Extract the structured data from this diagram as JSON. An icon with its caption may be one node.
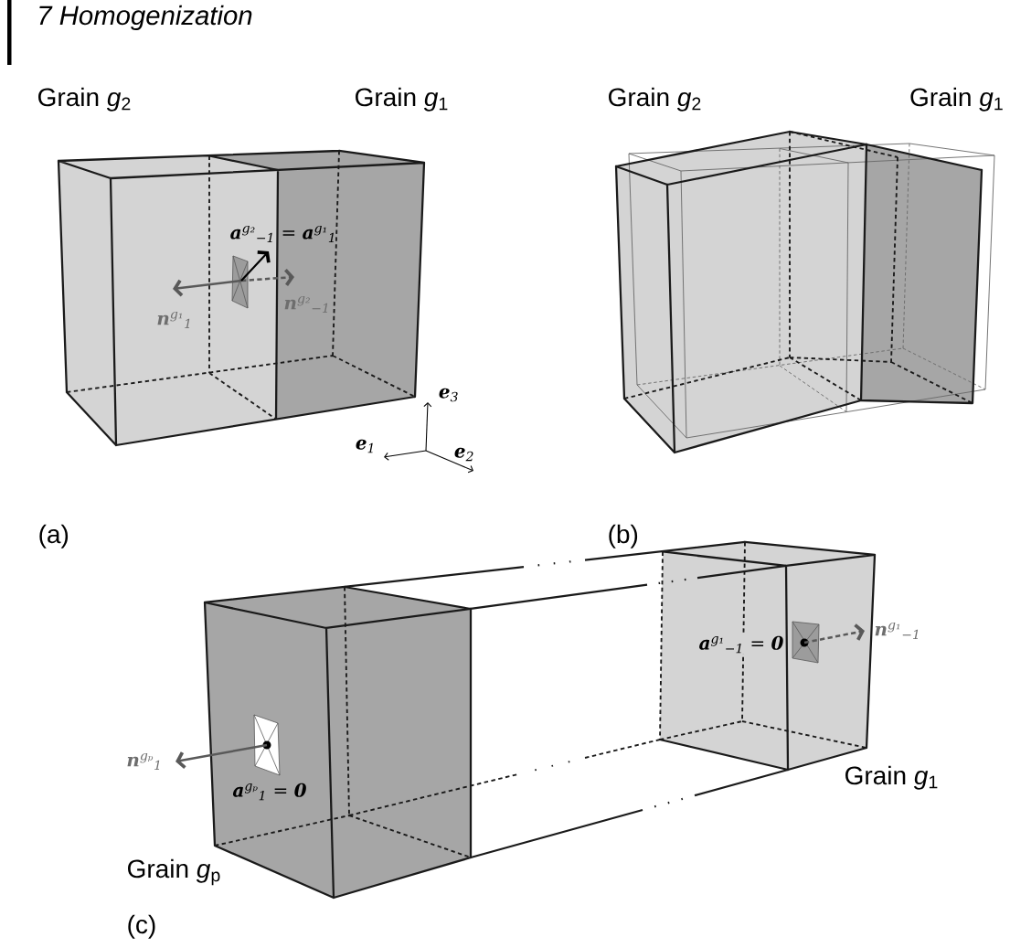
{
  "diagram": {
    "title": "7 Homogenization",
    "labels": [
      "Grain *g*$_{2}$",
      "Grain *g*$_{1}$",
      "Grain *g*$_{2}$",
      "Grain *g*$_{1}$",
      "**a**$^{g₂}$$_{−1}$ = **a**$^{g₁}$$_{1}$",
      "**n**$^{g₁}$$_{1}$",
      "**n**$^{g₂}$$_{−1}$",
      "**e**$_{3}$",
      "**e**$_{1}$",
      "**e**$_{2}$",
      "(a)",
      "(b)",
      "**a**$^{g₁}$$_{−1}$ = **0**",
      "**n**$^{g₁}$$_{−1}$",
      "**n**$^{gₚ}$$_{1}$",
      "**a**$^{gₚ}$$_{1}$ = **0**",
      "Grain *g*$_{1}$",
      "Grain *g*$_{p}$",
      "(c)"
    ]
  }
}
